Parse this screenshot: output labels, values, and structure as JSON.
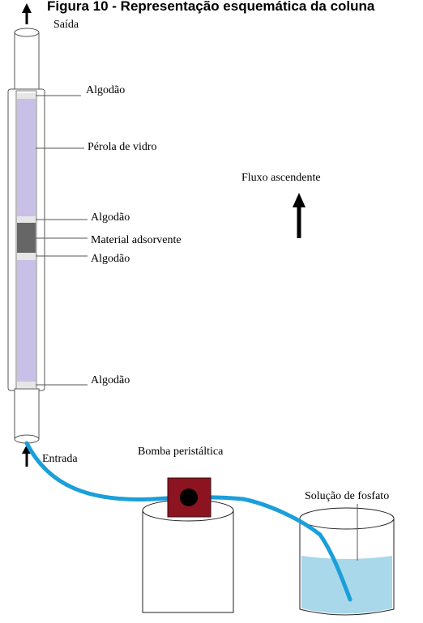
{
  "title": "Figura 10 - Representação esquemática da coluna",
  "labels": {
    "saida": "Saída",
    "algodao_top": "Algodão",
    "perola": "Pérola de vidro",
    "algodao_mid1": "Algodão",
    "material": "Material adsorvente",
    "algodao_mid2": "Algodão",
    "algodao_bottom": "Algodão",
    "entrada": "Entrada",
    "bomba": "Bomba peristáltica",
    "solucao": "Solução de fosfato",
    "fluxo": "Fluxo ascendente"
  },
  "colors": {
    "glass_bead": "#c8c0e6",
    "cotton": "#e6e6e6",
    "adsorbent": "#666666",
    "tube": "#1a9fd9",
    "pump": "#8b1420",
    "solution": "#a9d8ea"
  },
  "icons": {
    "outlet": "up-arrow-icon",
    "inlet": "up-arrow-icon",
    "flow": "up-arrow-icon"
  }
}
